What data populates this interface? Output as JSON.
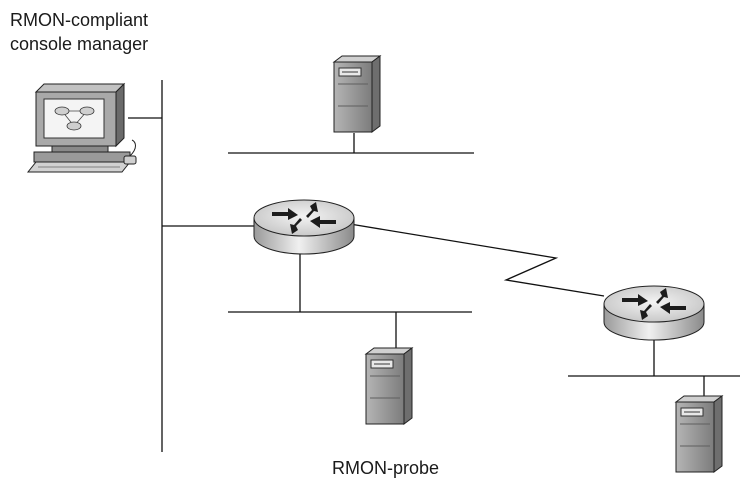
{
  "labels": {
    "console_line1": "RMON-compliant",
    "console_line2": "console manager",
    "probe": "RMON-probe"
  },
  "icons": [
    "workstation-icon",
    "server-icon",
    "router-icon"
  ],
  "colors": {
    "line": "#111111",
    "server_body": "#8e8e8e",
    "router_top": "#d9d9d9",
    "monitor_body": "#a9a9a9",
    "background": "#ffffff"
  }
}
